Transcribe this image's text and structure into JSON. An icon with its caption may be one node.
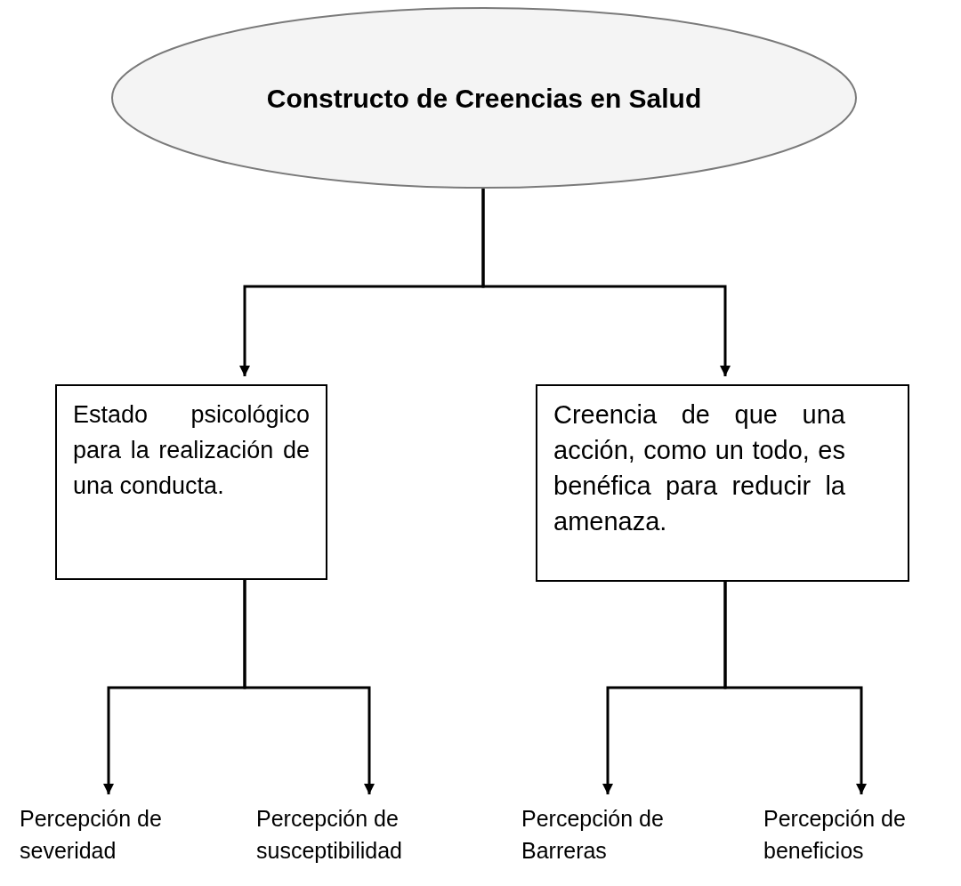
{
  "diagram": {
    "nodes": [
      {
        "text": [
          "Constructo de Creencias en Salud"
        ]
      },
      {
        "text": [
          "Estado psicológico para la realización de una conducta."
        ]
      },
      {
        "text": [
          "Creencia de que una acción, como un todo, es benéfica para reducir la amenaza."
        ]
      },
      {
        "text": [
          "Percepción de severidad"
        ]
      },
      {
        "text": [
          "Percepción de susceptibilidad"
        ]
      },
      {
        "text": [
          "Percepción de Barreras"
        ]
      },
      {
        "text": [
          "Percepción de beneficios"
        ]
      }
    ],
    "edges": [
      {
        "from": 0,
        "to": 1,
        "arrow": "to"
      },
      {
        "from": 0,
        "to": 2,
        "arrow": "to"
      },
      {
        "from": 1,
        "to": 3,
        "arrow": "to"
      },
      {
        "from": 1,
        "to": 4,
        "arrow": "to"
      },
      {
        "from": 2,
        "to": 5,
        "arrow": "to"
      },
      {
        "from": 2,
        "to": 6,
        "arrow": "to"
      }
    ]
  }
}
